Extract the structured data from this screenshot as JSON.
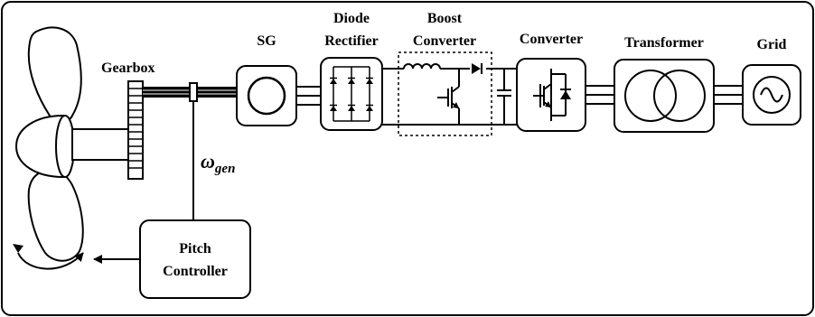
{
  "labels": {
    "gearbox": "Gearbox",
    "sg": "SG",
    "diode_line1": "Diode",
    "diode_line2": "Rectifier",
    "boost_line1": "Boost",
    "boost_line2": "Converter",
    "converter": "Converter",
    "transformer": "Transformer",
    "grid": "Grid",
    "pitch_line1": "Pitch",
    "pitch_line2": "Controller",
    "omega_symbol": "ω",
    "omega_sub": "gen"
  }
}
